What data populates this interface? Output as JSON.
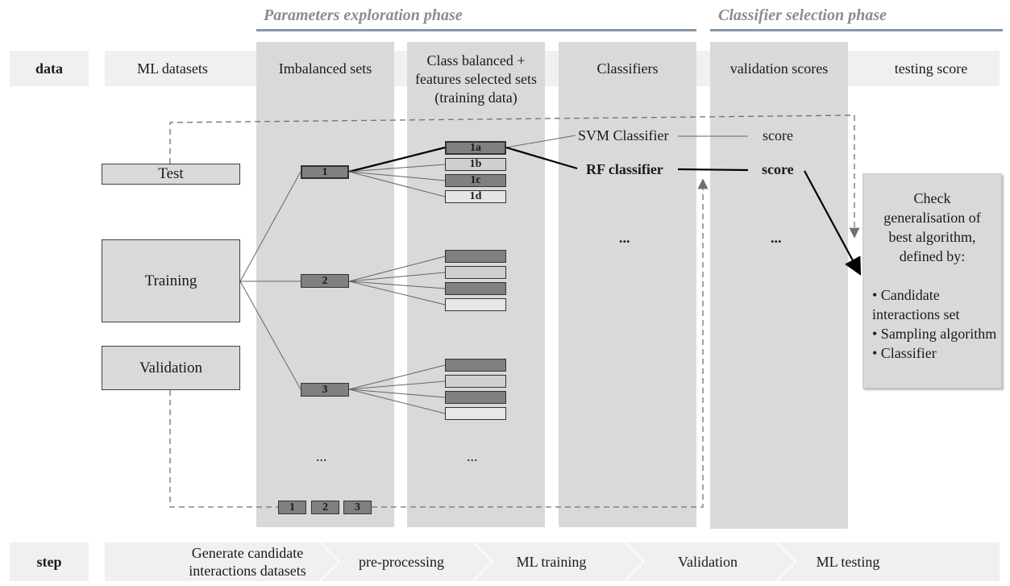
{
  "phases": {
    "exploration": "Parameters exploration phase",
    "selection": "Classifier selection phase"
  },
  "data_row": {
    "label": "data",
    "columns": [
      "ML datasets",
      "Imbalanced sets",
      "Class balanced + features selected sets (training data)",
      "Classifiers",
      "validation scores",
      "testing score"
    ]
  },
  "splits": {
    "test": "Test",
    "training": "Training",
    "validation": "Validation"
  },
  "imbalanced_sets": [
    "1",
    "2",
    "3"
  ],
  "balanced_sets_1": [
    "1a",
    "1b",
    "1c",
    "1d"
  ],
  "ellipsis": "...",
  "classifiers": {
    "svm": "SVM Classifier",
    "rf": "RF classifier"
  },
  "scores": {
    "svm": "score",
    "rf": "score"
  },
  "bottom_sets": [
    "1",
    "2",
    "3"
  ],
  "check_box": {
    "heading": [
      "Check",
      "generalisation of",
      "best algorithm,",
      "defined by:"
    ],
    "bullets": [
      "• Candidate interactions set",
      "• Sampling algorithm",
      "• Classifier"
    ]
  },
  "step_row": {
    "label": "step",
    "steps": [
      "Generate candidate interactions datasets",
      "pre-processing",
      "ML training",
      "Validation",
      "ML testing"
    ]
  }
}
